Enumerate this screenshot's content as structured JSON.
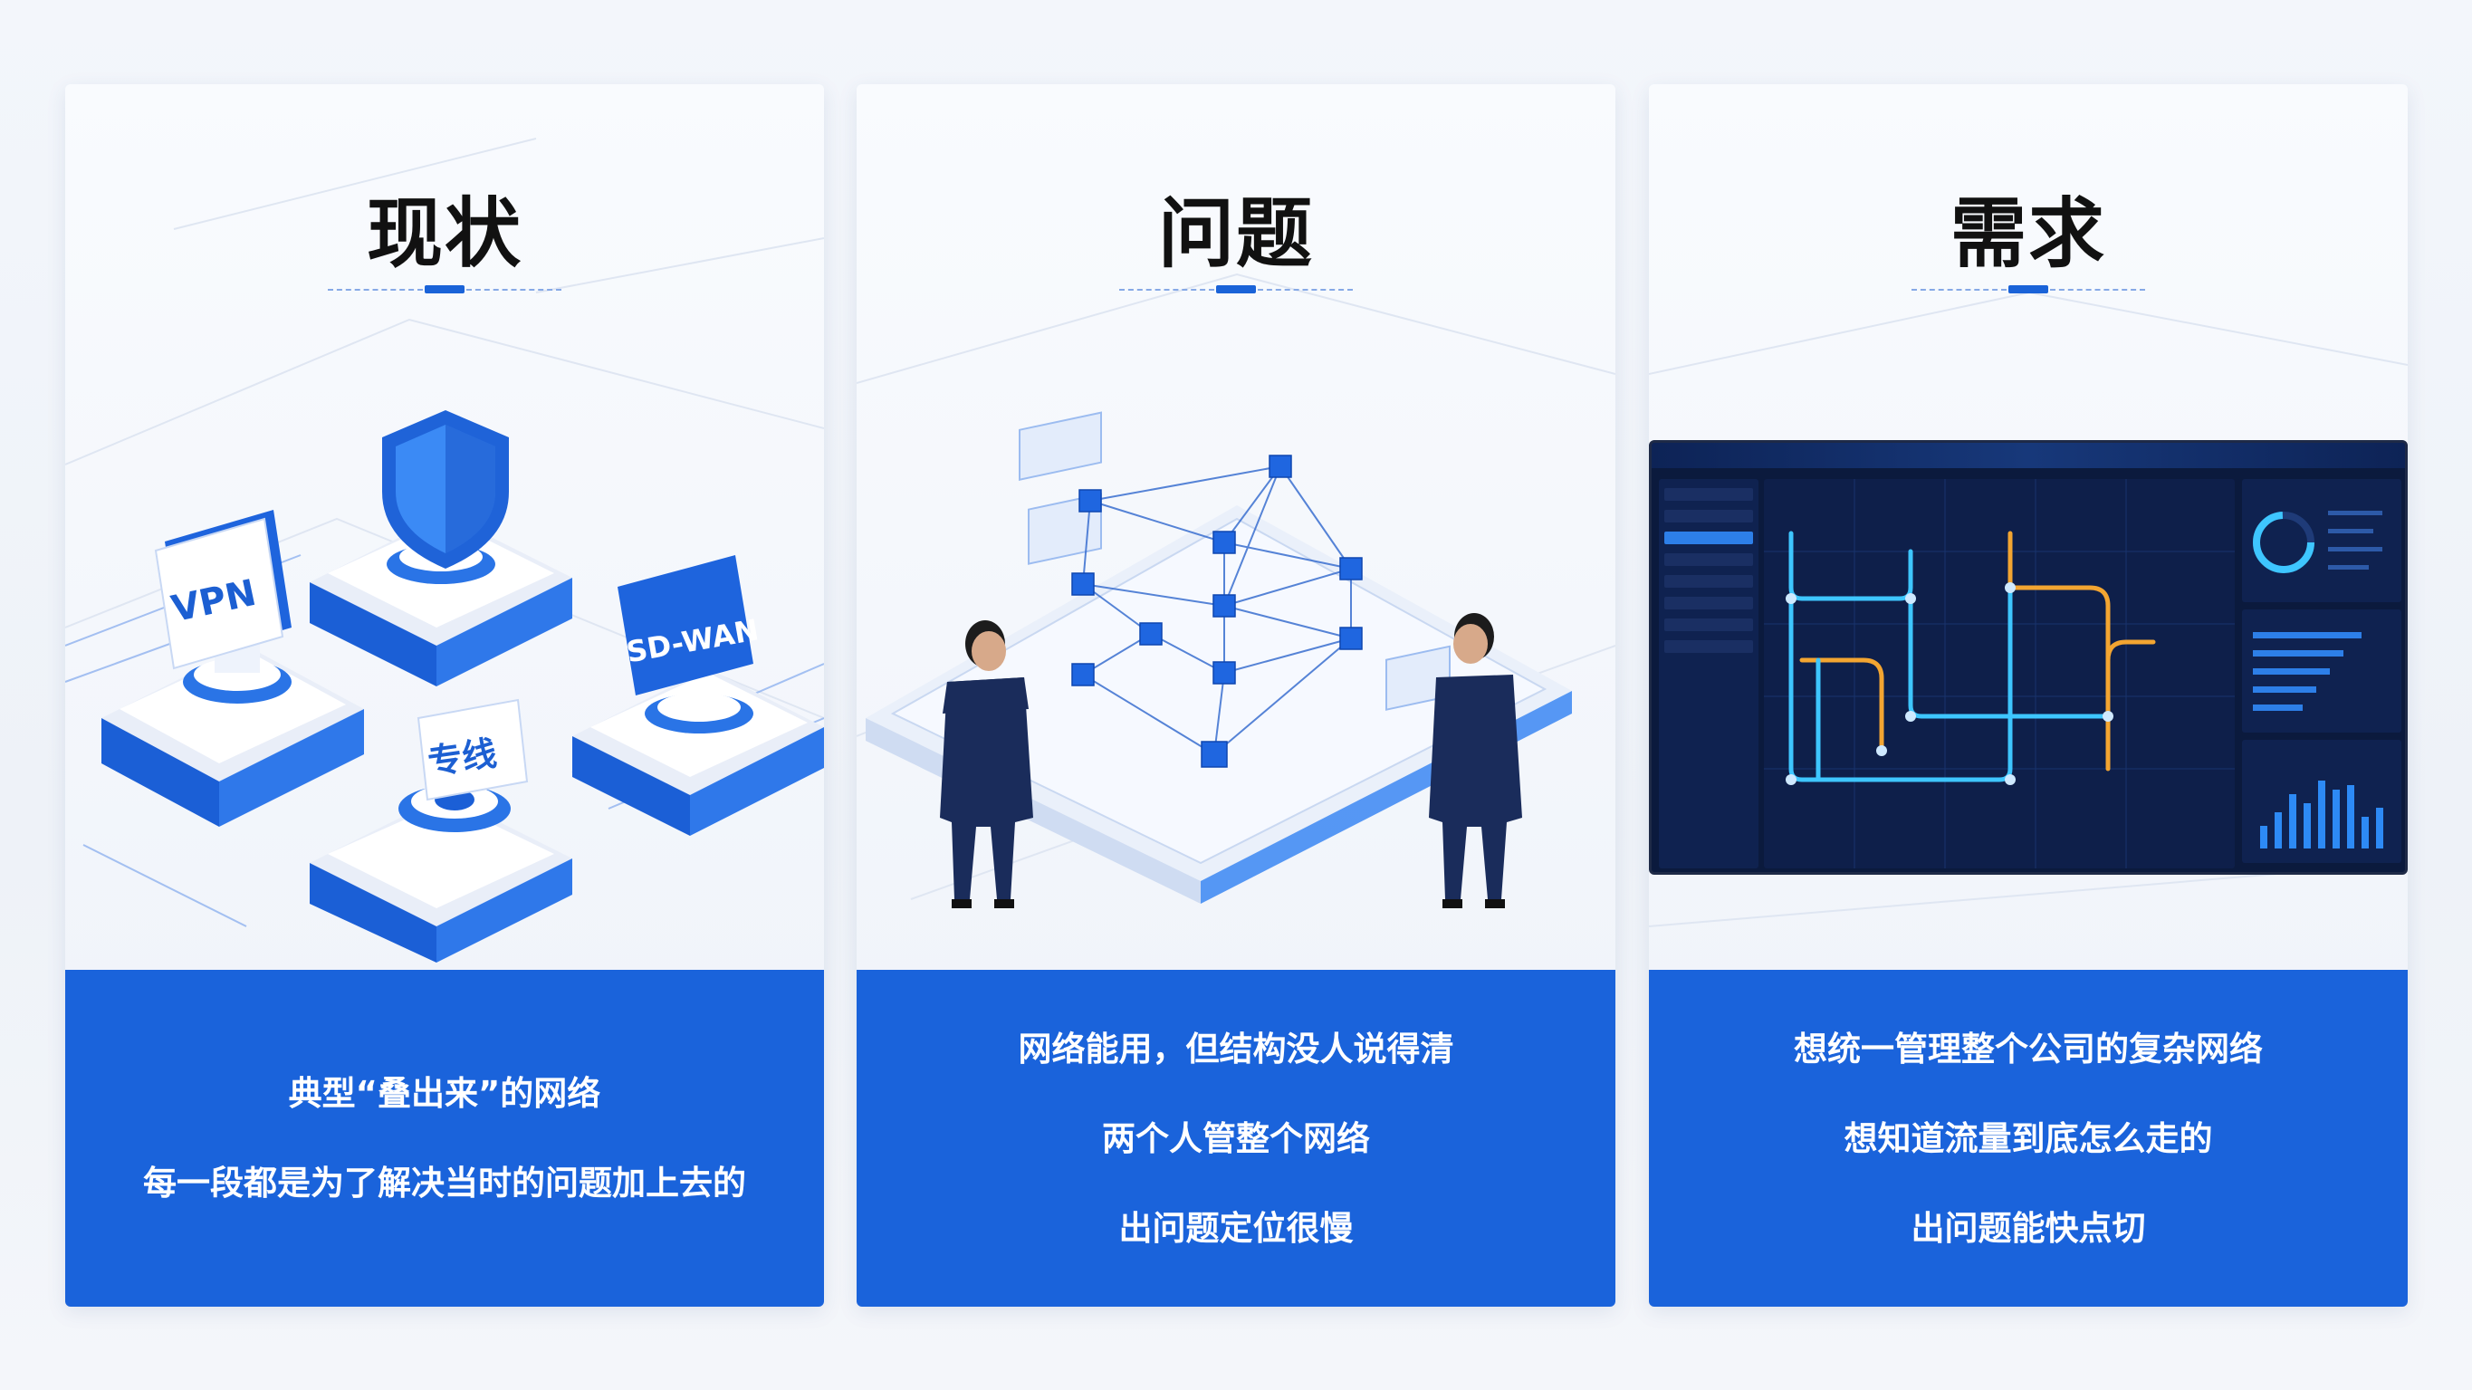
{
  "cards": [
    {
      "title": "现状",
      "lines": [
        "典型“叠出来”的网络",
        "每一段都是为了解决当时的问题加上去的"
      ],
      "art_labels": {
        "vpn": "VPN",
        "sdwan": "SD-WAN",
        "line": "专线"
      }
    },
    {
      "title": "问题",
      "lines": [
        "网络能用，但结构没人说得清",
        "两个人管整个网络",
        "出问题定位很慢"
      ]
    },
    {
      "title": "需求",
      "lines": [
        "想统一管理整个公司的复杂网络",
        "想知道流量到底怎么走的",
        "出问题能快点切"
      ]
    }
  ],
  "colors": {
    "accent": "#1a63db",
    "title": "#111111",
    "dashboard_bg": "#0b1a3d",
    "cyan": "#3ec6ff",
    "orange": "#f3a531"
  },
  "icons": [
    "shield-icon",
    "network-topology-icon",
    "person-icon",
    "dashboard-screen-icon"
  ]
}
